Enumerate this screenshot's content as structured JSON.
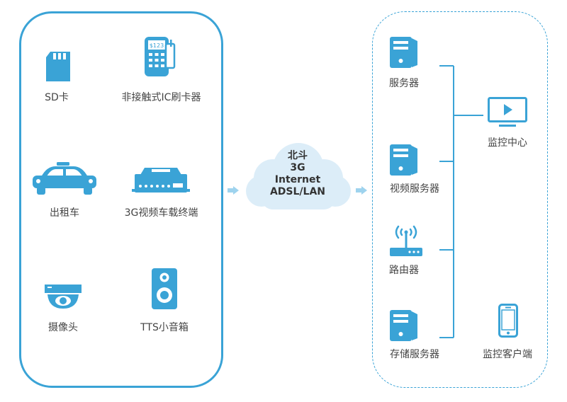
{
  "colors": {
    "accent": "#3aa3d6",
    "cloud": "#dcedf8",
    "arrow": "#9ed3ee"
  },
  "terminals": [
    {
      "label": "SD卡",
      "icon": "sd-card-icon"
    },
    {
      "label": "非接触式IC刷卡器",
      "icon": "card-reader-icon"
    },
    {
      "label": "出租车",
      "icon": "taxi-icon"
    },
    {
      "label": "3G视频车载终端",
      "icon": "vehicle-terminal-icon"
    },
    {
      "label": "摄像头",
      "icon": "camera-icon"
    },
    {
      "label": "TTS小音箱",
      "icon": "speaker-icon"
    }
  ],
  "cloud": {
    "lines": [
      "北斗",
      "3G",
      "Internet",
      "ADSL/LAN"
    ]
  },
  "center": [
    {
      "label": "服务器",
      "icon": "server-icon"
    },
    {
      "label": "视频服务器",
      "icon": "video-server-icon"
    },
    {
      "label": "路由器",
      "icon": "router-icon"
    },
    {
      "label": "存储服务器",
      "icon": "storage-server-icon"
    }
  ],
  "clients": [
    {
      "label": "监控中心",
      "icon": "monitor-icon"
    },
    {
      "label": "监控客户端",
      "icon": "mobile-client-icon"
    }
  ],
  "card_reader_screen_text": "$123"
}
